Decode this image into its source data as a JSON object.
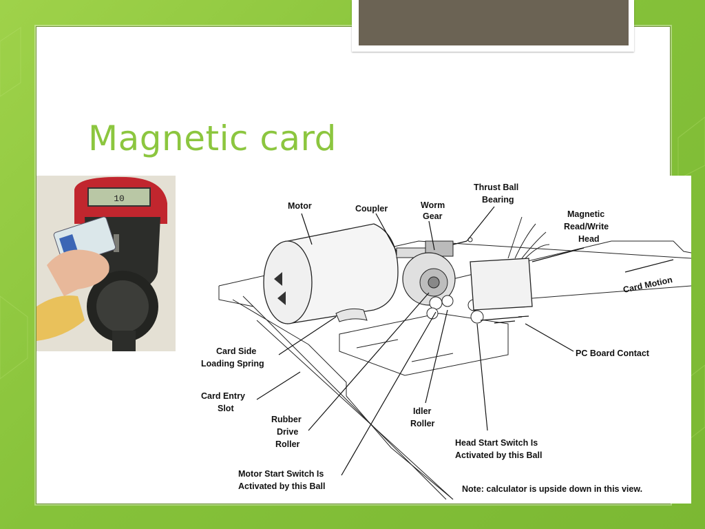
{
  "slide": {
    "title": "Magnetic card",
    "accent_color": "#8cc63f",
    "tab_color": "#6b6354"
  },
  "meter_photo": {
    "display_text": "10"
  },
  "diagram": {
    "labels": {
      "motor": "Motor",
      "coupler": "Coupler",
      "worm_gear_1": "Worm",
      "worm_gear_2": "Gear",
      "thrust_1": "Thrust Ball",
      "thrust_2": "Bearing",
      "head_1": "Magnetic",
      "head_2": "Read/Write",
      "head_3": "Head",
      "card_motion": "Card Motion",
      "pc_board": "PC Board Contact",
      "spring_1": "Card Side",
      "spring_2": "Loading Spring",
      "entry_1": "Card Entry",
      "entry_2": "Slot",
      "rubber_1": "Rubber",
      "rubber_2": "Drive",
      "rubber_3": "Roller",
      "idler_1": "Idler",
      "idler_2": "Roller",
      "head_switch_1": "Head Start Switch Is",
      "head_switch_2": "Activated by this Ball",
      "motor_switch_1": "Motor Start Switch Is",
      "motor_switch_2": "Activated by this Ball",
      "note": "Note: calculator is upside down in this view."
    }
  }
}
